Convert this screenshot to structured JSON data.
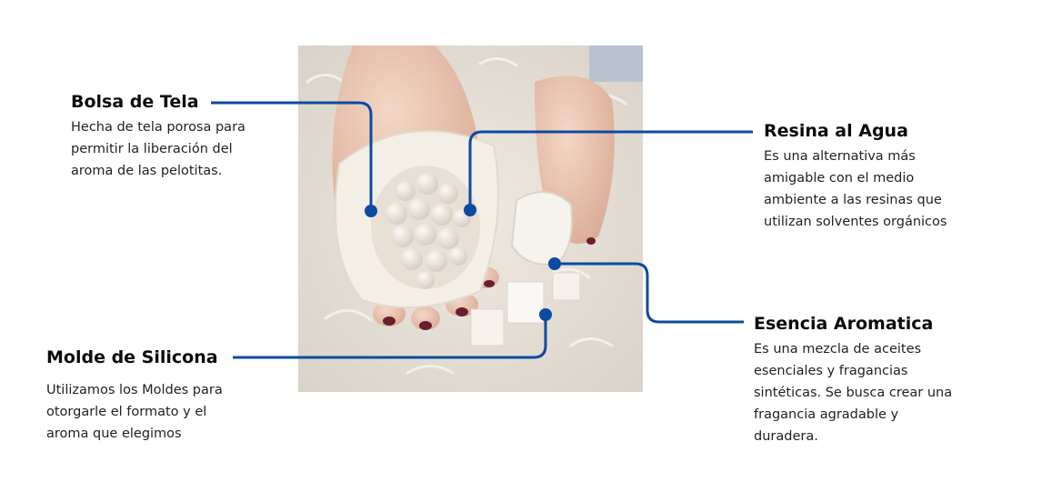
{
  "callouts": {
    "bolsa": {
      "title": "Bolsa de Tela",
      "description": "Hecha de tela porosa para\npermitir la liberación del\naroma de las pelotitas."
    },
    "resina": {
      "title": "Resina al Agua",
      "description": "Es una alternativa más\namigable con el medio\nambiente a las resinas que\nutilizan solventes orgánicos"
    },
    "esencia": {
      "title": "Esencia Aromatica",
      "description": " Es una mezcla de aceites\nesenciales y fragancias\nsintéticas.  Se busca crear una\nfragancia agradable y\nduradera."
    },
    "molde": {
      "title": "Molde de Silicona",
      "description": "Utilizamos los Moldes para\notorgarle el formato y el\naroma que elegimos"
    }
  },
  "colors": {
    "connector": "#0d4aa2"
  }
}
